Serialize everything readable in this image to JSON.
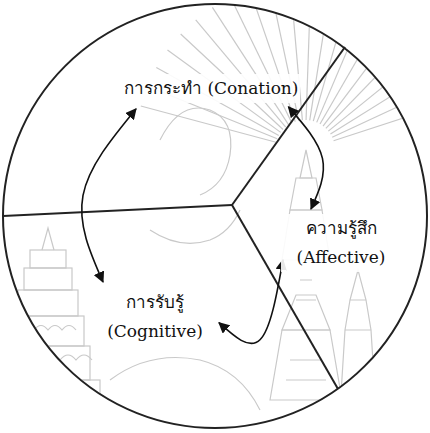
{
  "diagram": {
    "nodes": [
      {
        "text": [
          "การกระทำ (Conation)"
        ]
      },
      {
        "text": [
          "ความรู้สึก (Affective)"
        ]
      },
      {
        "text": [
          "การรับรู้ (Cognitive)"
        ]
      }
    ],
    "edges": [
      {
        "from": 0,
        "to": 1,
        "arrow": "both"
      },
      {
        "from": 0,
        "to": 2,
        "arrow": "both"
      },
      {
        "from": 2,
        "to": 1,
        "arrow": "both"
      }
    ]
  }
}
